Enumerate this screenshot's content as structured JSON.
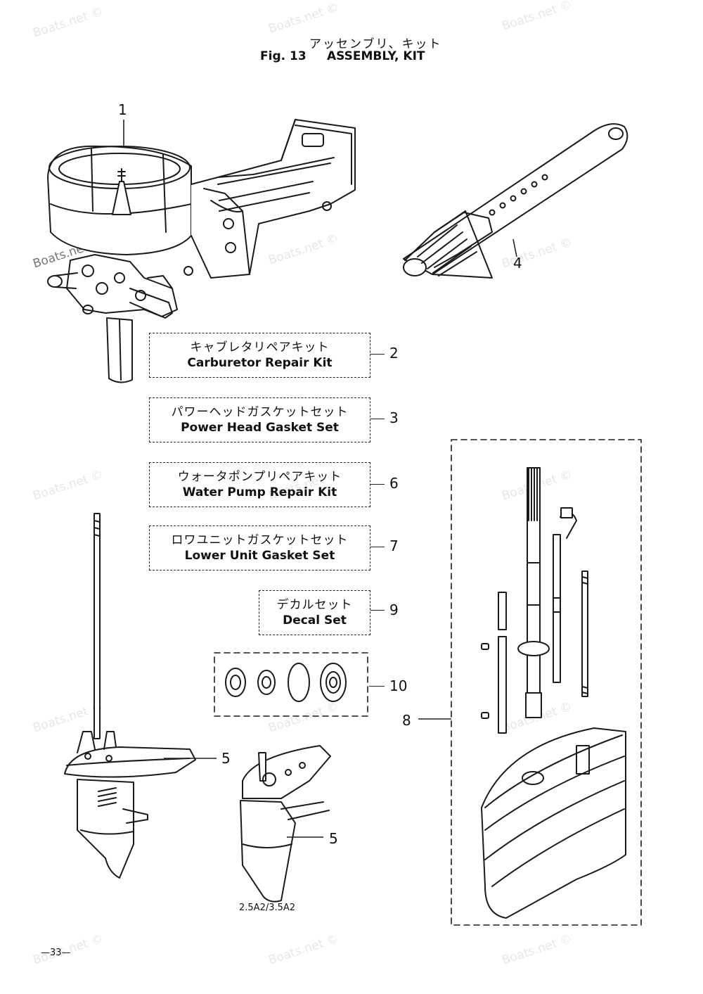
{
  "header": {
    "title_jp": "アッセンブリ、キット",
    "fig_number": "Fig. 13",
    "fig_title": "ASSEMBLY, KIT"
  },
  "watermark": "Boats.net ©",
  "callouts": [
    "1",
    "2",
    "3",
    "4",
    "5",
    "5",
    "6",
    "7",
    "8",
    "9",
    "10"
  ],
  "kits": [
    {
      "jp": "キャブレタリペアキット",
      "en": "Carburetor Repair Kit",
      "ref": "2"
    },
    {
      "jp": "パワーヘッドガスケットセット",
      "en": "Power Head Gasket Set",
      "ref": "3"
    },
    {
      "jp": "ウォータポンプリペアキット",
      "en": "Water Pump Repair Kit",
      "ref": "6"
    },
    {
      "jp": "ロワユニットガスケットセット",
      "en": "Lower Unit Gasket Set",
      "ref": "7"
    },
    {
      "jp": "デカルセット",
      "en": "Decal Set",
      "ref": "9"
    }
  ],
  "model_label": "2.5A2/3.5A2",
  "page_number": "33"
}
